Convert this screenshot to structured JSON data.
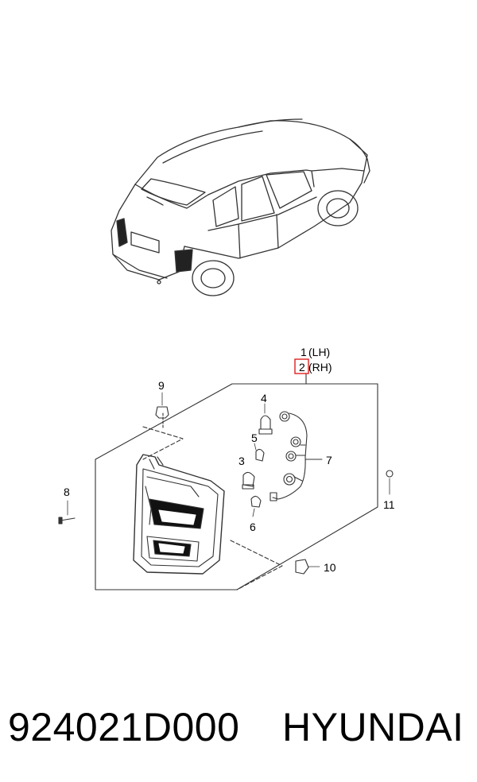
{
  "callouts": {
    "c1": "1",
    "c1_side": "(LH)",
    "c2": "2",
    "c2_side": "(RH)",
    "c3": "3",
    "c4": "4",
    "c5": "5",
    "c6": "6",
    "c7": "7",
    "c8": "8",
    "c9": "9",
    "c10": "10",
    "c11": "11"
  },
  "caption": {
    "part_number": "924021D000",
    "brand": "HYUNDAI"
  },
  "colors": {
    "line": "#333333",
    "highlight": "#e02020",
    "background": "#ffffff"
  }
}
